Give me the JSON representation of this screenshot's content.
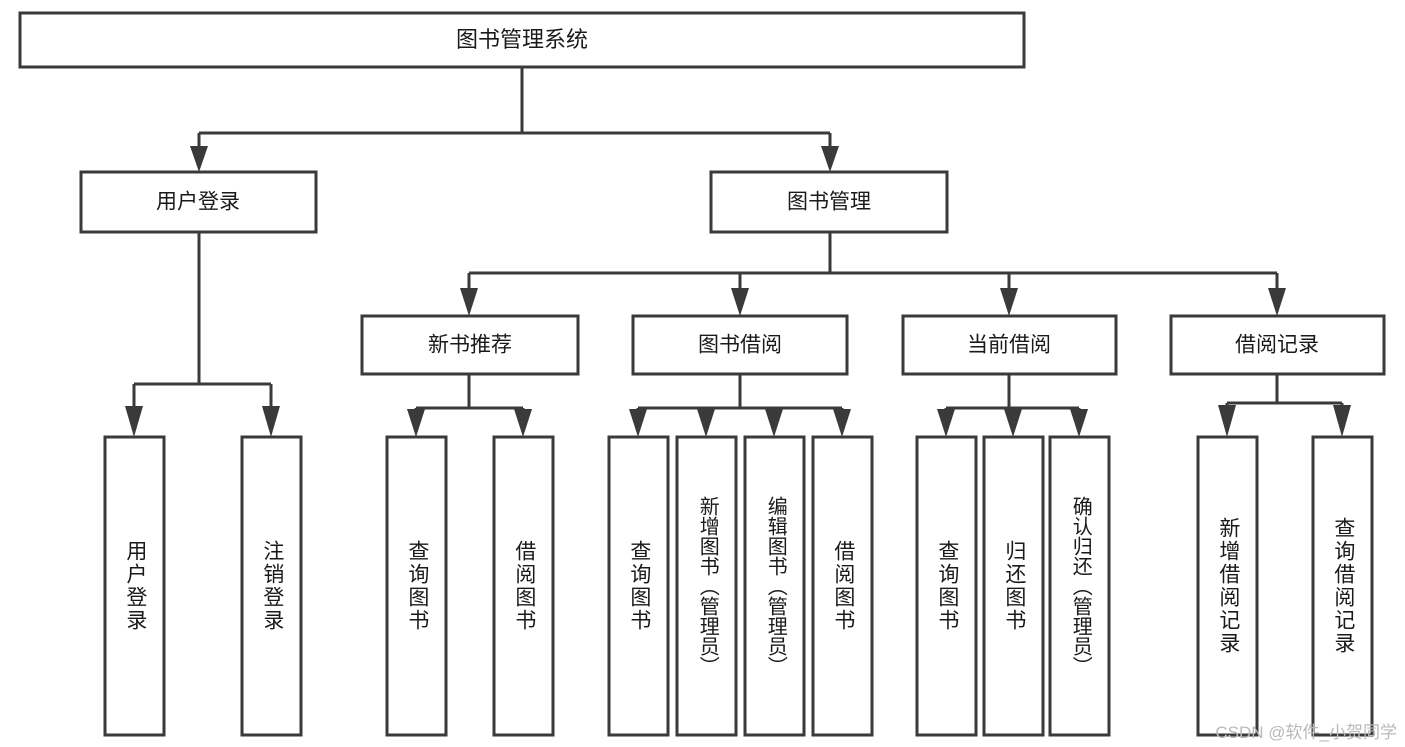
{
  "diagram": {
    "title": "图书管理系统",
    "type": "hierarchy-tree",
    "watermark": "CSDN @软件_小贺同学",
    "root": {
      "label": "图书管理系统",
      "id": "root"
    },
    "level2": [
      {
        "id": "user-login",
        "label": "用户登录"
      },
      {
        "id": "book-management",
        "label": "图书管理"
      }
    ],
    "level3": [
      {
        "id": "new-book-recommend",
        "label": "新书推荐",
        "parent": "book-management"
      },
      {
        "id": "book-borrow",
        "label": "图书借阅",
        "parent": "book-management"
      },
      {
        "id": "current-borrow",
        "label": "当前借阅",
        "parent": "book-management"
      },
      {
        "id": "borrow-record",
        "label": "借阅记录",
        "parent": "book-management"
      }
    ],
    "leaves": [
      {
        "id": "leaf-user-login",
        "label": "用户登录",
        "parent": "user-login"
      },
      {
        "id": "leaf-user-logout",
        "label": "注销登录",
        "parent": "user-login"
      },
      {
        "id": "leaf-query-book-1",
        "label": "查询图书",
        "parent": "new-book-recommend"
      },
      {
        "id": "leaf-borrow-book-1",
        "label": "借阅图书",
        "parent": "new-book-recommend"
      },
      {
        "id": "leaf-query-book-2",
        "label": "查询图书",
        "parent": "book-borrow"
      },
      {
        "id": "leaf-add-book",
        "label": "新增图书（管理员）",
        "parent": "book-borrow"
      },
      {
        "id": "leaf-edit-book",
        "label": "编辑图书（管理员）",
        "parent": "book-borrow"
      },
      {
        "id": "leaf-borrow-book-2",
        "label": "借阅图书",
        "parent": "book-borrow"
      },
      {
        "id": "leaf-query-book-3",
        "label": "查询图书",
        "parent": "current-borrow"
      },
      {
        "id": "leaf-return-book",
        "label": "归还图书",
        "parent": "current-borrow"
      },
      {
        "id": "leaf-confirm-return",
        "label": "确认归还（管理员）",
        "parent": "current-borrow"
      },
      {
        "id": "leaf-add-record",
        "label": "新增借阅记录",
        "parent": "borrow-record"
      },
      {
        "id": "leaf-query-record",
        "label": "查询借阅记录",
        "parent": "borrow-record"
      }
    ],
    "colors": {
      "stroke": "#3a3a3a",
      "fill": "#ffffff",
      "text": "#1a1a1a",
      "watermark": "#b9b9b9"
    }
  }
}
